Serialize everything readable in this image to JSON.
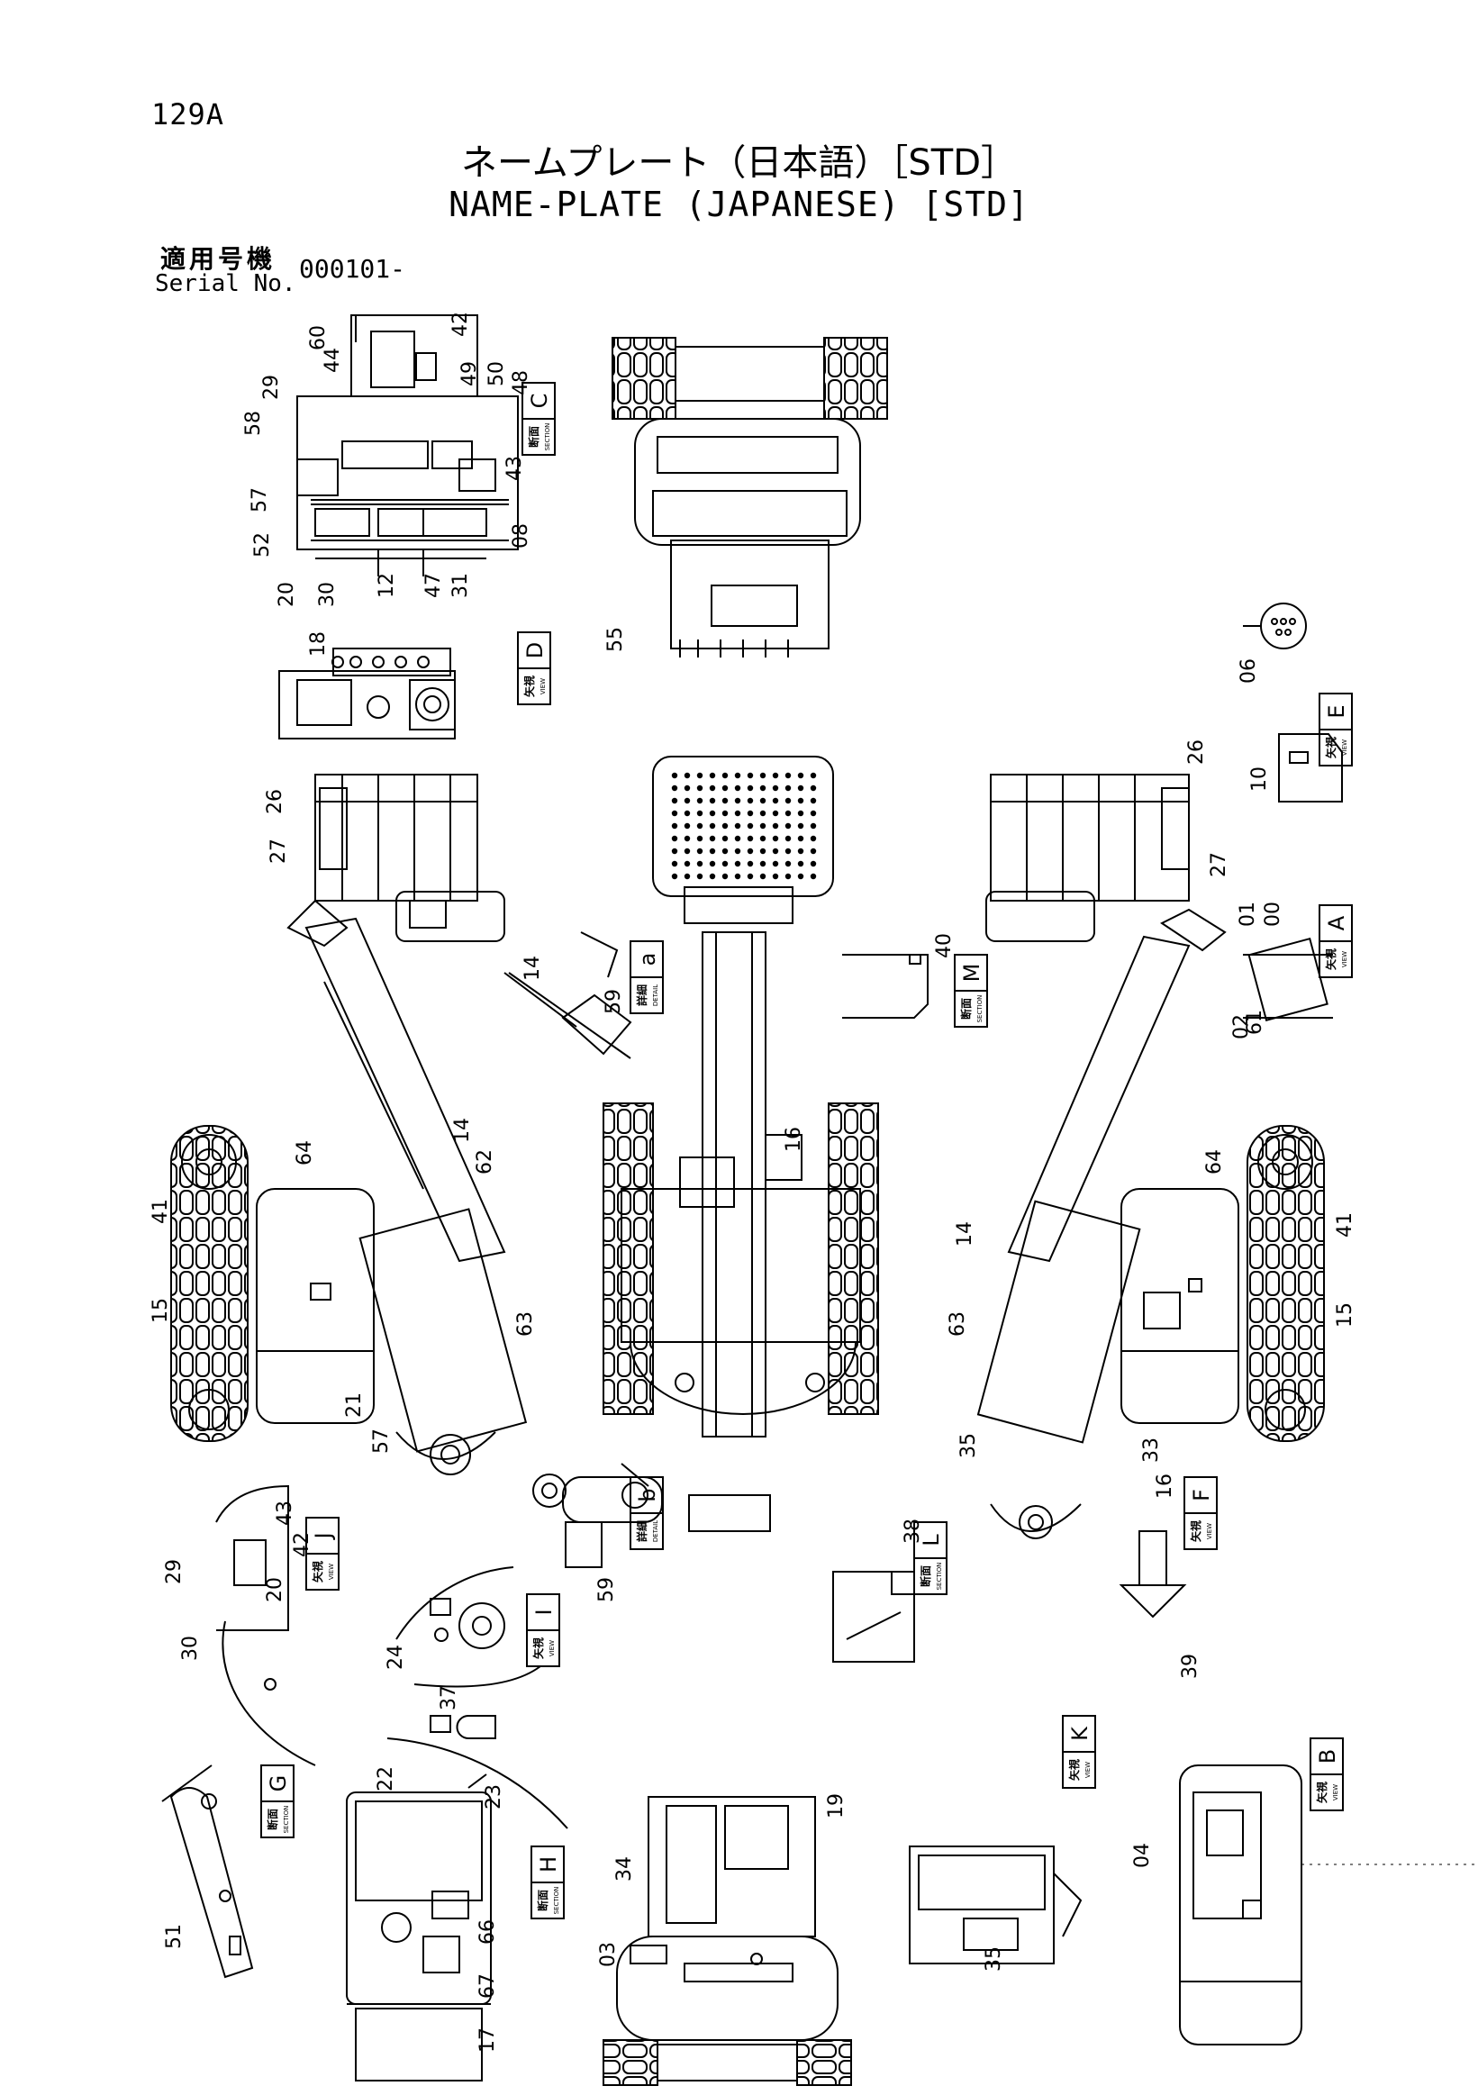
{
  "header": {
    "page_code": "129A",
    "title_jp": "ネームプレート（日本語）［STD］",
    "title_en": "NAME-PLATE (JAPANESE) [STD]",
    "serial_label_jp": "適用号機",
    "serial_label_en": "Serial No.",
    "serial_value": "000101-"
  },
  "view_boxes": [
    {
      "id": "C",
      "kind_jp": "断面",
      "kind_en": "SECTION"
    },
    {
      "id": "D",
      "kind_jp": "矢視",
      "kind_en": "VIEW"
    },
    {
      "id": "E",
      "kind_jp": "矢視",
      "kind_en": "VIEW"
    },
    {
      "id": "A",
      "kind_jp": "矢視",
      "kind_en": "VIEW"
    },
    {
      "id": "a",
      "kind_jp": "詳細",
      "kind_en": "DETAIL"
    },
    {
      "id": "M",
      "kind_jp": "断面",
      "kind_en": "SECTION"
    },
    {
      "id": "J",
      "kind_jp": "矢視",
      "kind_en": "VIEW"
    },
    {
      "id": "b",
      "kind_jp": "詳細",
      "kind_en": "DETAIL"
    },
    {
      "id": "L",
      "kind_jp": "断面",
      "kind_en": "SECTION"
    },
    {
      "id": "F",
      "kind_jp": "矢視",
      "kind_en": "VIEW"
    },
    {
      "id": "I",
      "kind_jp": "矢視",
      "kind_en": "VIEW"
    },
    {
      "id": "K",
      "kind_jp": "矢視",
      "kind_en": "VIEW"
    },
    {
      "id": "B",
      "kind_jp": "矢視",
      "kind_en": "VIEW"
    },
    {
      "id": "G",
      "kind_jp": "断面",
      "kind_en": "SECTION"
    },
    {
      "id": "H",
      "kind_jp": "断面",
      "kind_en": "SECTION"
    }
  ],
  "part_labels": [
    "60",
    "44",
    "42",
    "29",
    "49",
    "50",
    "48",
    "58",
    "57",
    "43",
    "52",
    "08",
    "20",
    "30",
    "12",
    "47",
    "31",
    "55",
    "18",
    "06",
    "26",
    "27",
    "14",
    "59",
    "40",
    "10",
    "26",
    "27",
    "01",
    "00",
    "02",
    "61",
    "16",
    "64",
    "41",
    "14",
    "62",
    "15",
    "63",
    "21",
    "57",
    "14",
    "64",
    "41",
    "63",
    "15",
    "35",
    "33",
    "43",
    "42",
    "29",
    "20",
    "30",
    "59",
    "38",
    "16",
    "24",
    "37",
    "34",
    "19",
    "39",
    "03",
    "23",
    "04",
    "22",
    "51",
    "66",
    "67",
    "17",
    "35"
  ]
}
